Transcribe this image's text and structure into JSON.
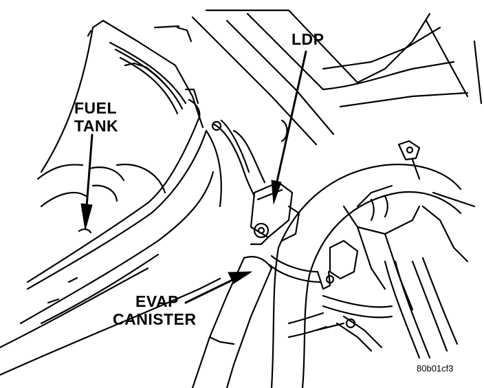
{
  "labels": {
    "fuel_tank_line1": "FUEL",
    "fuel_tank_line2": "TANK",
    "ldp": "LDP",
    "evap_line1": "EVAP",
    "evap_line2": "CANISTER"
  },
  "figure_code": "80b01cf3",
  "colors": {
    "ink": "#000000",
    "paper": "#ffffff"
  }
}
